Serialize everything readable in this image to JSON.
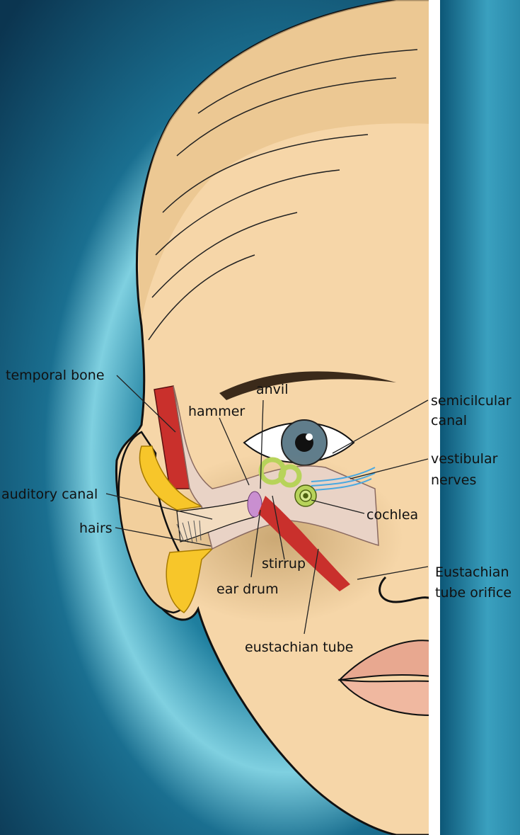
{
  "diagram": {
    "labels": {
      "temporal_bone": "temporal bone",
      "anvil": "anvil",
      "hammer": "hammer",
      "semicircular_canal_line1": "semicilcular",
      "semicircular_canal_line2": "canal",
      "vestibular_nerves_line1": "vestibular",
      "vestibular_nerves_line2": "nerves",
      "auditory_canal": "auditory canal",
      "hairs": "hairs",
      "cochlea": "cochlea",
      "stirrup": "stirrup",
      "ear_drum": "ear drum",
      "eustachian_orifice_line1": "Eustachian",
      "eustachian_orifice_line2": "tube orifice",
      "eustachian_tube": "eustachian tube"
    },
    "colors": {
      "background": "#1b6b8c",
      "skin": "#f6d6a8",
      "bone": "#e9d3c6",
      "muscle": "#c9302c",
      "fat": "#f7c62a",
      "cochlea": "#b7d35a",
      "nerve": "#4aa8e0"
    }
  }
}
